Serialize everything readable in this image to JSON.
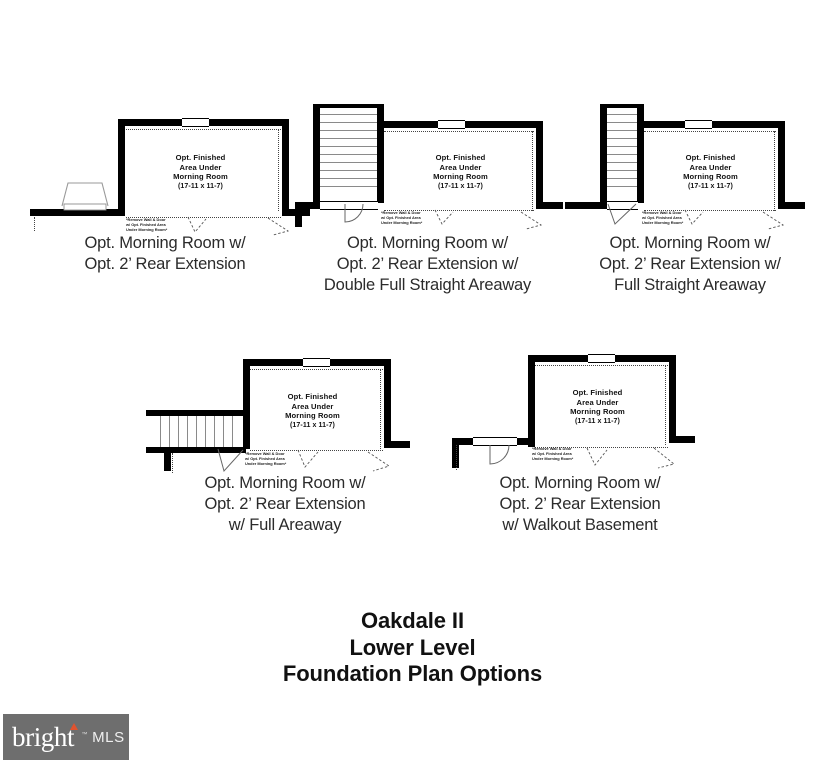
{
  "document": {
    "title_lines": [
      "Oakdale II",
      "Lower Level",
      "Foundation Plan Options"
    ],
    "room_label": {
      "line1": "Opt. Finished",
      "line2": "Area Under",
      "line3": "Morning Room",
      "dims": "(17-11 x 11-7)"
    },
    "wall_note": {
      "line1": "*Remove Wall & Door",
      "line2": "w/ Opt. Finished Area",
      "line3": "Under Morning Room*"
    },
    "colors": {
      "wall": "#000000",
      "text": "#111111",
      "caption": "#2b2b2b",
      "hatch": "#8a8a8a",
      "watermark_bg": "#6e6e6e",
      "watermark_accent": "#e0532f"
    }
  },
  "plans": [
    {
      "id": "plan-morning-room-rear-extension",
      "caption_lines": [
        "Opt. Morning Room w/",
        "Opt. 2’ Rear Extension"
      ],
      "feature": "bulkhead"
    },
    {
      "id": "plan-double-full-straight-areaway",
      "caption_lines": [
        "Opt. Morning Room w/",
        "Opt. 2’ Rear Extension w/",
        "Double Full Straight Areaway"
      ],
      "feature": "vertical-stair-wide"
    },
    {
      "id": "plan-full-straight-areaway",
      "caption_lines": [
        "Opt. Morning Room w/",
        "Opt. 2’ Rear Extension w/",
        "Full Straight Areaway"
      ],
      "feature": "vertical-stair-narrow"
    },
    {
      "id": "plan-full-areaway",
      "caption_lines": [
        "Opt. Morning Room w/",
        "Opt. 2’ Rear Extension",
        "w/ Full Areaway"
      ],
      "feature": "horizontal-stair"
    },
    {
      "id": "plan-walkout-basement",
      "caption_lines": [
        "Opt. Morning Room w/",
        "Opt. 2’ Rear Extension",
        "w/ Walkout Basement"
      ],
      "feature": "walkout"
    }
  ],
  "watermark": {
    "brand": "bright",
    "tm": "™",
    "suffix": "MLS"
  }
}
